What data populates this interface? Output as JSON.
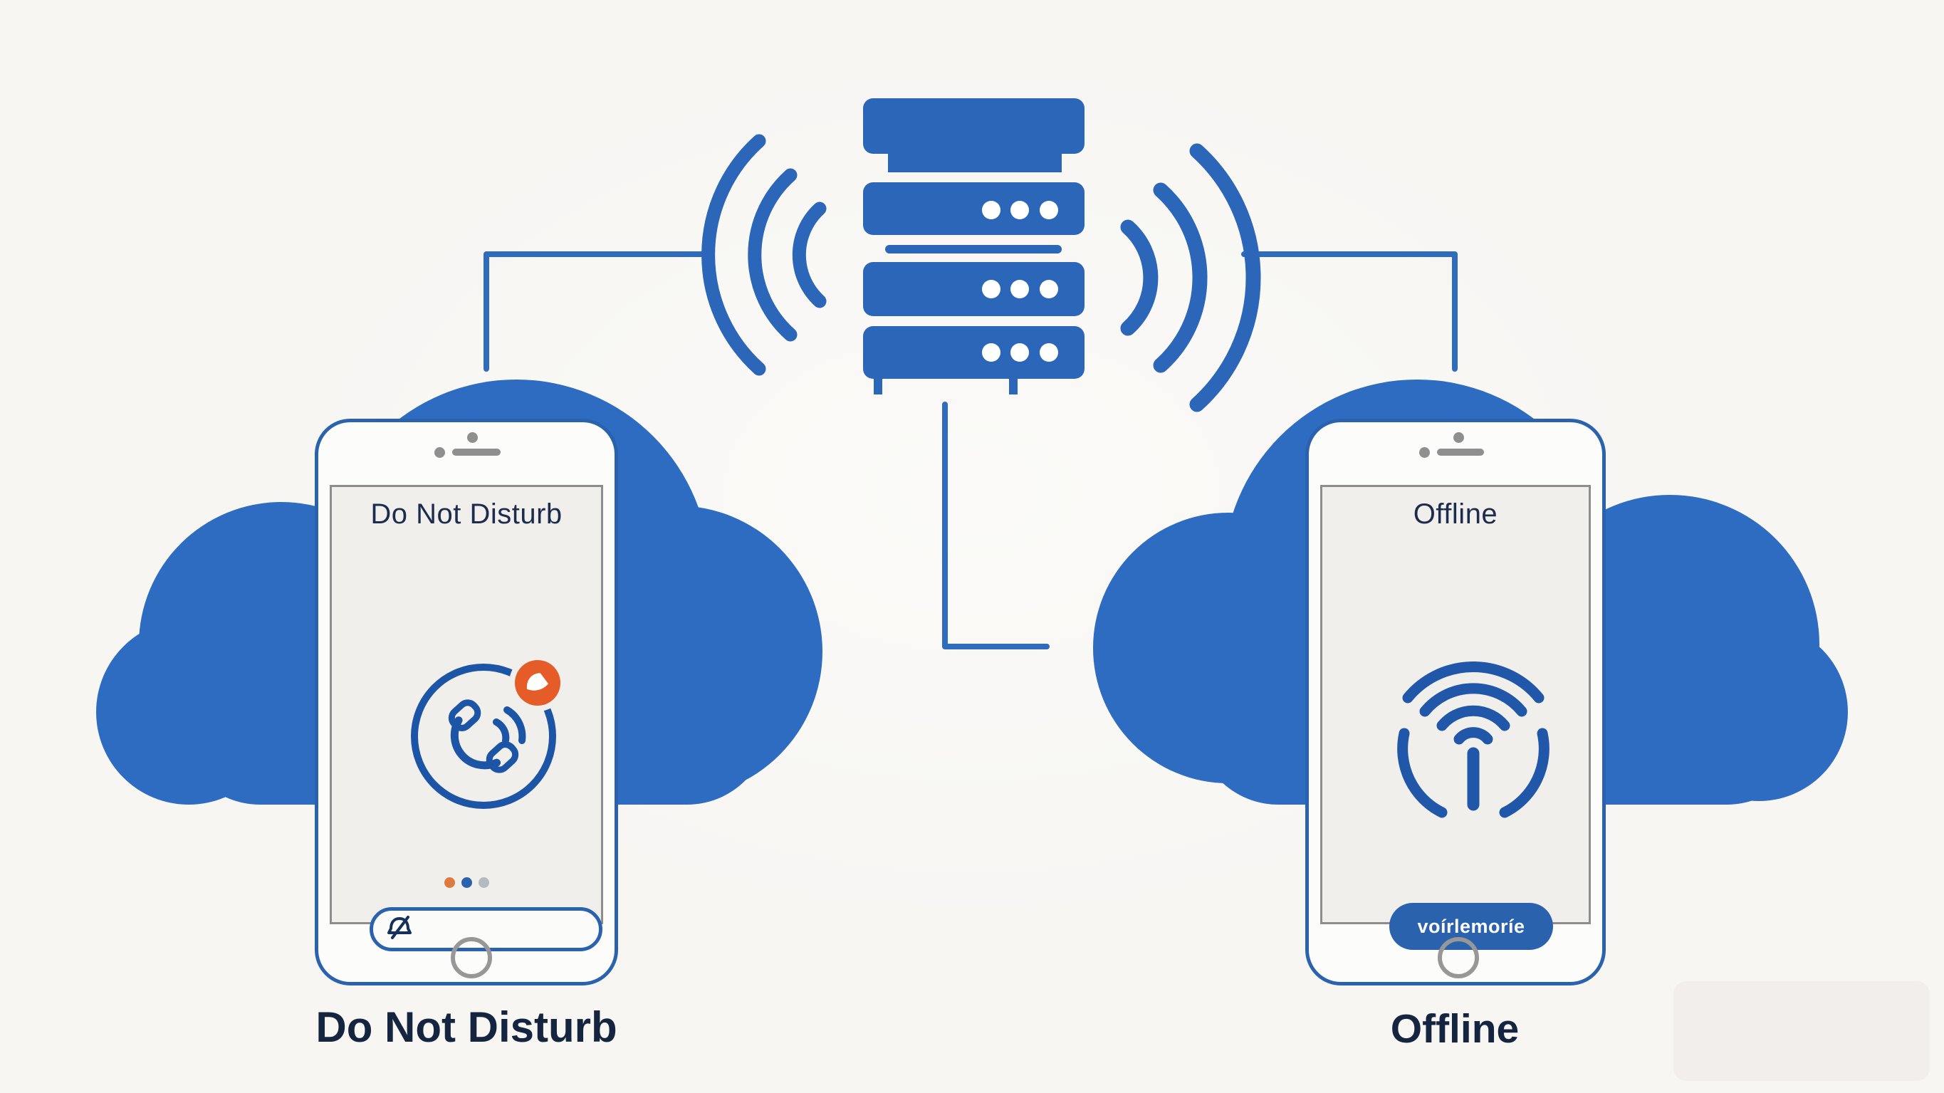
{
  "left_phone": {
    "screen_title": "Do Not Disturb",
    "caption": "Do Not Disturb",
    "pagination_dots": [
      {
        "name": "dot-orange",
        "color": "#dd7a3c"
      },
      {
        "name": "dot-blue",
        "color": "#2b62ae"
      },
      {
        "name": "dot-gray",
        "color": "#b5b9c0"
      }
    ],
    "input_value": "",
    "input_placeholder": ""
  },
  "right_phone": {
    "screen_title": "Offline",
    "caption": "Offline",
    "button_label": "voírlemoríe"
  },
  "icons": {
    "server": "server-stack-icon",
    "signal_left": "signal-waves-left-icon",
    "signal_right": "signal-waves-right-icon",
    "call": "phone-call-icon",
    "badge": "notification-badge-icon",
    "input_icon": "muted-bell-icon",
    "wifi": "wifi-antenna-icon",
    "camera": "camera-dot-icon",
    "speaker": "speaker-grill-icon",
    "home": "home-button"
  },
  "colors": {
    "primary_blue": "#2b66b8",
    "cloud_blue": "#2e6cc2",
    "line_blue": "#2f6cbe",
    "navy_text": "#15253f",
    "orange": "#e65c28",
    "screen_bg": "#f0efec",
    "page_bg": "#f7f6f3"
  }
}
